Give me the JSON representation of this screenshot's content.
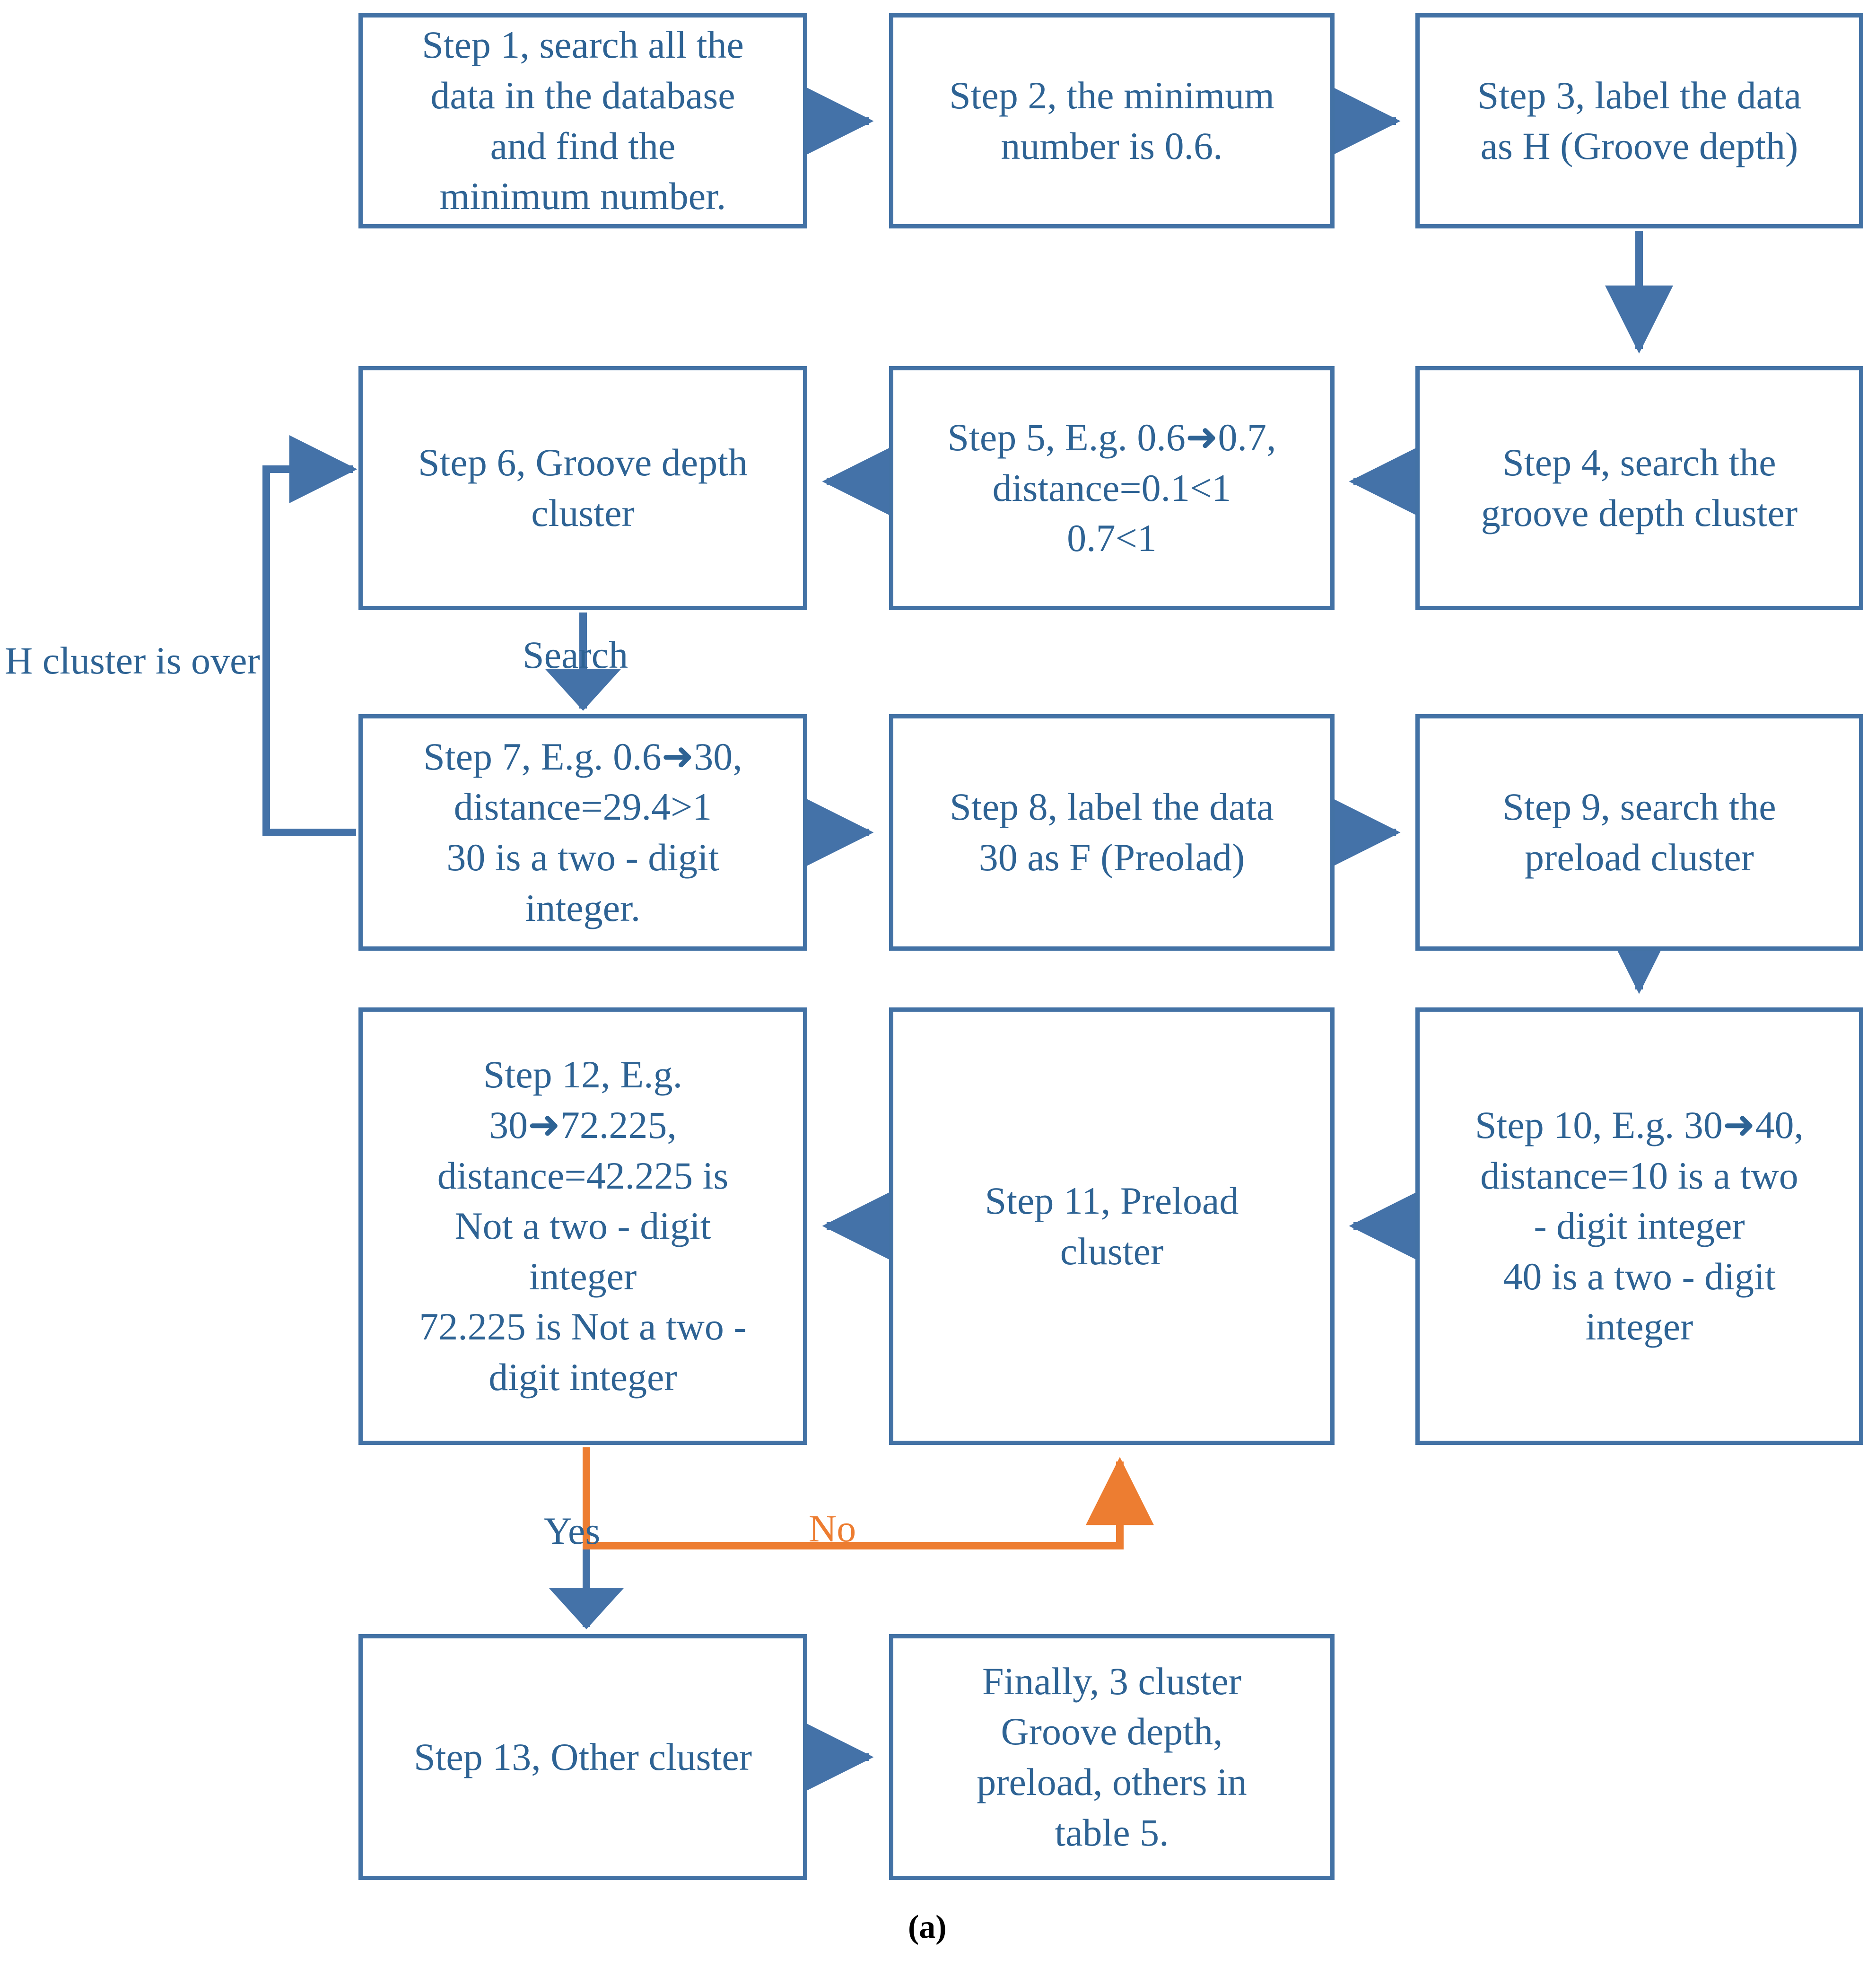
{
  "figure": {
    "caption": "(a)",
    "colors": {
      "box_stroke": "#4372A5",
      "text": "#2E6394",
      "arrow_blue": "#4472A8",
      "arrow_orange": "#ED7D31",
      "background": "#FFFFFF"
    }
  },
  "nodes": {
    "step1": {
      "id": "Step 1",
      "text": "Step 1, search all the\ndata in the database\nand find the\nminimum number."
    },
    "step2": {
      "id": "Step 2",
      "text": "Step 2, the minimum\nnumber is 0.6."
    },
    "step3": {
      "id": "Step 3",
      "text": "Step 3, label the data\nas H (Groove depth)"
    },
    "step4": {
      "id": "Step 4",
      "text": "Step 4, search the\ngroove depth cluster"
    },
    "step5": {
      "id": "Step 5",
      "text": "Step 5, E.g. 0.6➜0.7,\ndistance=0.1<1\n0.7<1"
    },
    "step6": {
      "id": "Step 6",
      "text": "Step 6, Groove depth\ncluster"
    },
    "step7": {
      "id": "Step 7",
      "text": "Step 7, E.g. 0.6➜30,\ndistance=29.4>1\n30 is a two - digit\ninteger."
    },
    "step8": {
      "id": "Step 8",
      "text": "Step 8, label the data\n30 as F (Preolad)"
    },
    "step9": {
      "id": "Step 9",
      "text": "Step 9, search the\npreload cluster"
    },
    "step10": {
      "id": "Step 10",
      "text": "Step 10, E.g. 30➜40,\ndistance=10 is a two\n- digit integer\n40  is a two - digit\ninteger"
    },
    "step11": {
      "id": "Step 11",
      "text": "Step 11, Preload\ncluster"
    },
    "step12": {
      "id": "Step 12",
      "text": "Step 12, E.g.\n30➜72.225,\ndistance=42.225 is\nNot a two - digit\ninteger\n72.225  is Not a two -\ndigit integer"
    },
    "step13": {
      "id": "Step 13",
      "text": "Step 13, Other cluster"
    },
    "final": {
      "id": "Finally",
      "text": "Finally, 3 cluster\nGroove depth,\npreload, others in\ntable 5."
    }
  },
  "edge_labels": {
    "h_cluster_over": "H cluster is over",
    "search": "Search",
    "yes": "Yes",
    "no": "No"
  },
  "edges": [
    {
      "from": "step1",
      "to": "step2",
      "label": ""
    },
    {
      "from": "step2",
      "to": "step3",
      "label": ""
    },
    {
      "from": "step3",
      "to": "step4",
      "label": ""
    },
    {
      "from": "step4",
      "to": "step5",
      "label": ""
    },
    {
      "from": "step5",
      "to": "step6",
      "label": ""
    },
    {
      "from": "step6",
      "to": "step7",
      "label": "Search"
    },
    {
      "from": "step7",
      "to": "step6",
      "label": "H cluster is over"
    },
    {
      "from": "step7",
      "to": "step8",
      "label": ""
    },
    {
      "from": "step8",
      "to": "step9",
      "label": ""
    },
    {
      "from": "step9",
      "to": "step10",
      "label": ""
    },
    {
      "from": "step10",
      "to": "step11",
      "label": ""
    },
    {
      "from": "step11",
      "to": "step12",
      "label": ""
    },
    {
      "from": "step12",
      "to": "step11",
      "label": "No"
    },
    {
      "from": "step12",
      "to": "step13",
      "label": "Yes"
    },
    {
      "from": "step13",
      "to": "final",
      "label": ""
    }
  ]
}
